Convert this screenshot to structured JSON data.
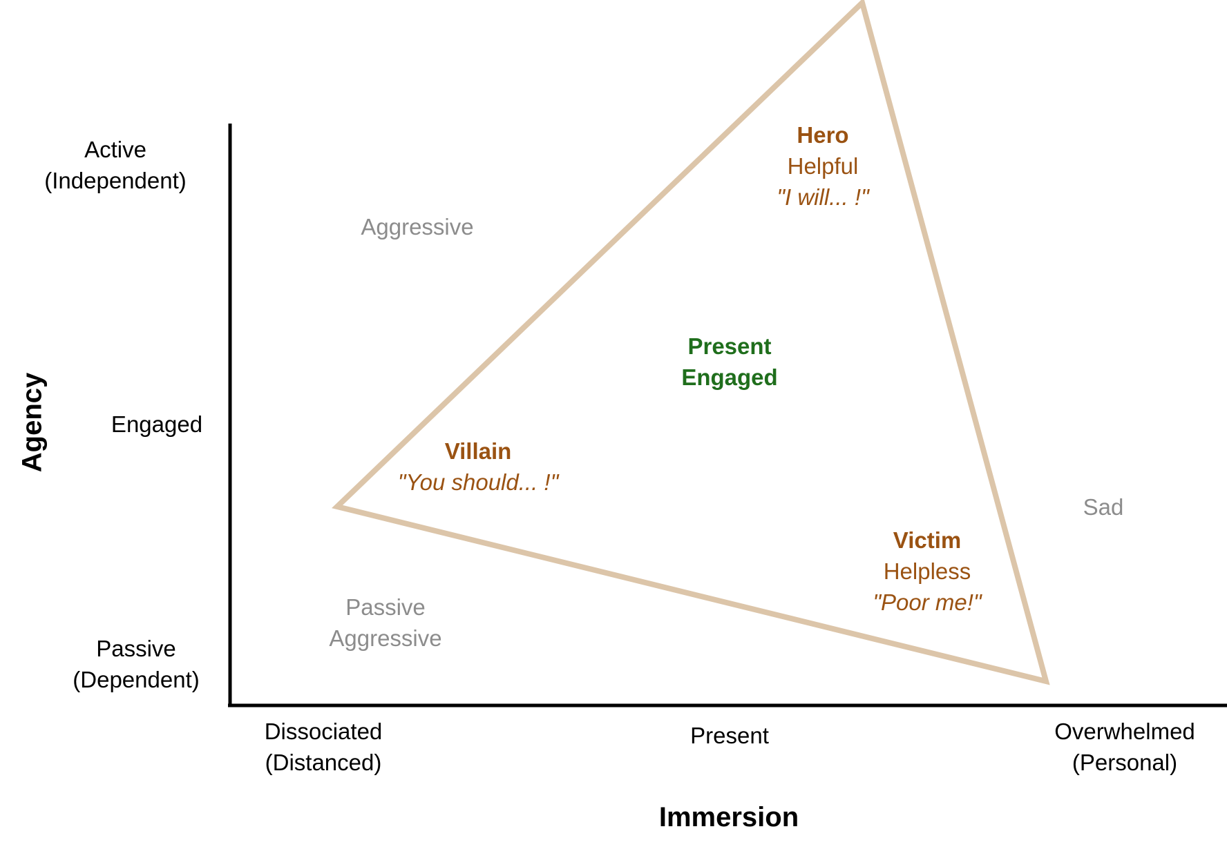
{
  "diagram": {
    "y_axis": {
      "title": "Agency",
      "ticks": {
        "top_line1": "Active",
        "top_line2": "(Independent)",
        "middle": "Engaged",
        "bottom_line1": "Passive",
        "bottom_line2": "(Dependent)"
      }
    },
    "x_axis": {
      "title": "Immersion",
      "ticks": {
        "left_line1": "Dissociated",
        "left_line2": "(Distanced)",
        "middle": "Present",
        "right_line1": "Overwhelmed",
        "right_line2": "(Personal)"
      }
    },
    "outer_labels": {
      "aggressive": "Aggressive",
      "passive_aggressive_line1": "Passive",
      "passive_aggressive_line2": "Aggressive",
      "sad": "Sad"
    },
    "roles": {
      "hero": {
        "name": "Hero",
        "trait": "Helpful",
        "quote": "\"I will... !\""
      },
      "villain": {
        "name": "Villain",
        "quote": "\"You should... !\""
      },
      "victim": {
        "name": "Victim",
        "trait": "Helpless",
        "quote": "\"Poor me!\""
      }
    },
    "center": {
      "line1": "Present",
      "line2": "Engaged"
    },
    "colors": {
      "triangle_stroke": "#dcc5a9",
      "role_text": "#9a5212",
      "center_text": "#1f6e1c",
      "outer_text": "#8c8c8c",
      "axis": "#000000"
    }
  }
}
